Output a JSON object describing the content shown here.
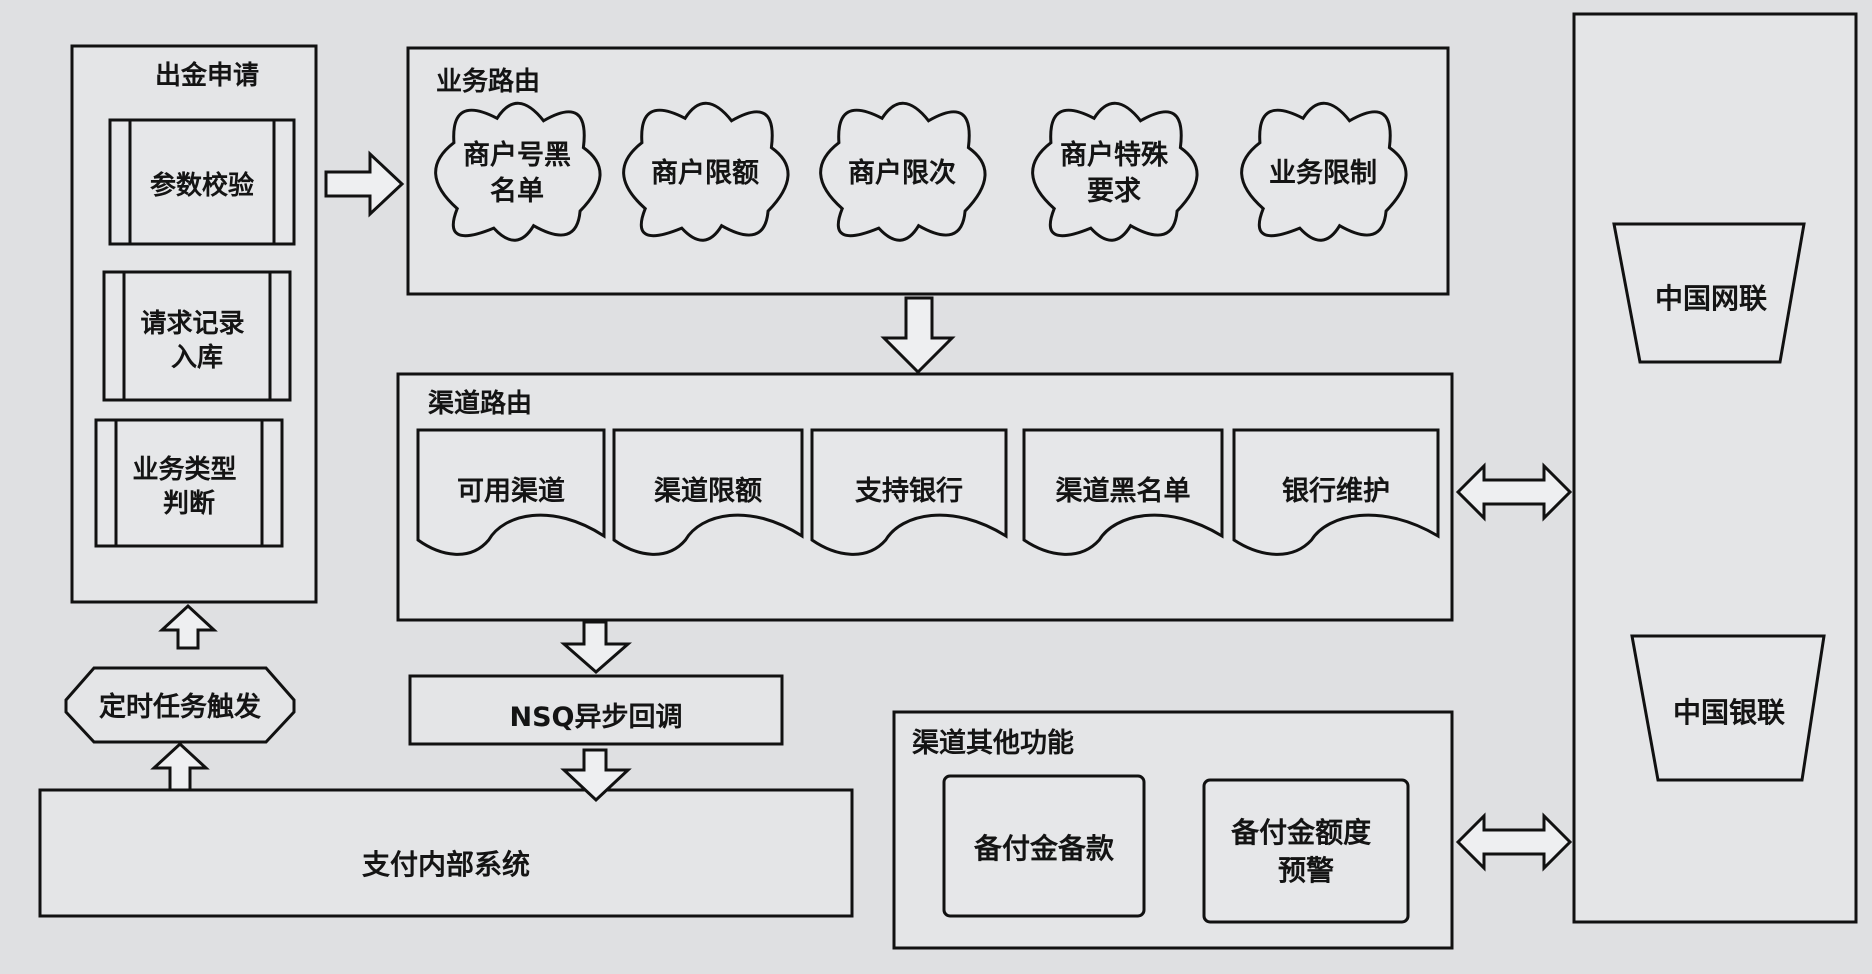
{
  "apply": {
    "title": "出金申请",
    "steps": [
      "参数校验",
      [
        "请求记录",
        "入库"
      ],
      [
        "业务类型",
        "判断"
      ]
    ]
  },
  "trigger": "定时任务触发",
  "internal_system": "支付内部系统",
  "business_routing": {
    "title": "业务路由",
    "items": [
      [
        "商户号黑",
        "名单"
      ],
      [
        "商户限额"
      ],
      [
        "商户限次"
      ],
      [
        "商户特殊",
        "要求"
      ],
      [
        "业务限制"
      ]
    ]
  },
  "channel_routing": {
    "title": "渠道路由",
    "items": [
      "可用渠道",
      "渠道限额",
      "支持银行",
      "渠道黑名单",
      "银行维护"
    ]
  },
  "nsq": "NSQ异步回调",
  "channel_other": {
    "title": "渠道其他功能",
    "items": [
      [
        "备付金备款"
      ],
      [
        "备付金额度",
        "预警"
      ]
    ]
  },
  "networks": [
    "中国网联",
    "中国银联"
  ]
}
